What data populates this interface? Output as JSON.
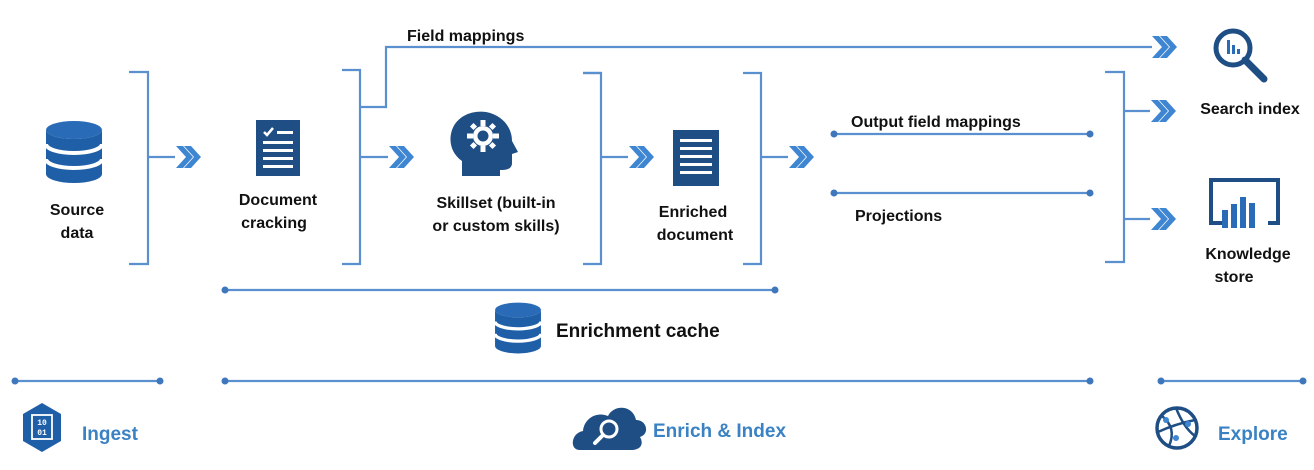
{
  "nodes": {
    "source_data": [
      "Source",
      "data"
    ],
    "document_cracking": [
      "Document",
      "cracking"
    ],
    "skillset": [
      "Skillset (built-in",
      "or custom skills)"
    ],
    "enriched_document": [
      "Enriched",
      "document"
    ],
    "search_index": "Search index",
    "knowledge_store": [
      "Knowledge",
      "store"
    ]
  },
  "mappings": {
    "field_mappings": "Field mappings",
    "output_field_mappings": "Output field mappings",
    "projections": "Projections"
  },
  "cache": {
    "label": "Enrichment cache"
  },
  "stages": {
    "ingest": "Ingest",
    "enrich_index": "Enrich & Index",
    "explore": "Explore"
  },
  "icons": {
    "source_data": "database-icon",
    "document_cracking": "checklist-document-icon",
    "skillset": "head-gear-icon",
    "enriched_document": "document-icon",
    "search_index": "magnifier-chart-icon",
    "knowledge_store": "dashboard-chart-icon",
    "cache": "database-icon",
    "ingest": "binary-hexagon-icon",
    "enrich_index": "cloud-search-icon",
    "explore": "globe-network-icon"
  },
  "colors": {
    "dark_blue": "#1f4e85",
    "accent_blue": "#3a82c4",
    "line_blue": "#5a8fd0"
  }
}
